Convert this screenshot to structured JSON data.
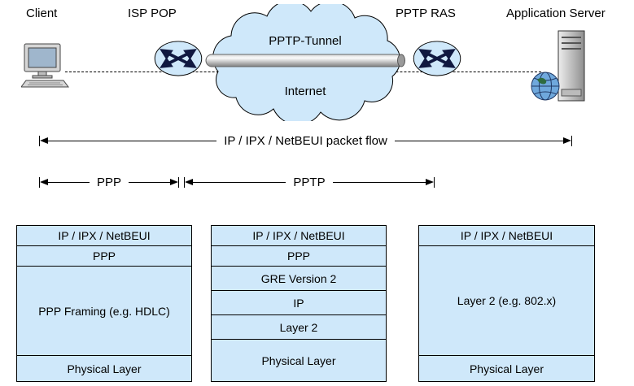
{
  "colors": {
    "fill": "#cfe8fa",
    "line": "#000000",
    "tube_dark": "#8c8c8c"
  },
  "nodes": {
    "client": {
      "label": "Client"
    },
    "isp_pop": {
      "label": "ISP POP"
    },
    "cloud": {
      "tunnel_label": "PPTP-Tunnel",
      "internet_label": "Internet"
    },
    "pptp_ras": {
      "label": "PPTP RAS"
    },
    "app_server": {
      "label": "Application Server"
    }
  },
  "flows": {
    "packet_flow": {
      "label": "IP / IPX / NetBEUI packet flow"
    },
    "ppp": {
      "label": "PPP"
    },
    "pptp": {
      "label": "PPTP"
    }
  },
  "stacks": [
    {
      "name": "client-stack",
      "rows": [
        {
          "label": "IP / IPX / NetBEUI"
        },
        {
          "label": "PPP"
        },
        {
          "label": "PPP Framing (e.g. HDLC)"
        },
        {
          "label": "Physical Layer"
        }
      ]
    },
    {
      "name": "tunnel-stack",
      "rows": [
        {
          "label": "IP / IPX / NetBEUI"
        },
        {
          "label": "PPP"
        },
        {
          "label": "GRE Version 2"
        },
        {
          "label": "IP"
        },
        {
          "label": "Layer 2"
        },
        {
          "label": "Physical Layer"
        }
      ]
    },
    {
      "name": "server-stack",
      "rows": [
        {
          "label": "IP / IPX / NetBEUI"
        },
        {
          "label": "Layer 2 (e.g. 802.x)"
        },
        {
          "label": "Physical Layer"
        }
      ]
    }
  ]
}
